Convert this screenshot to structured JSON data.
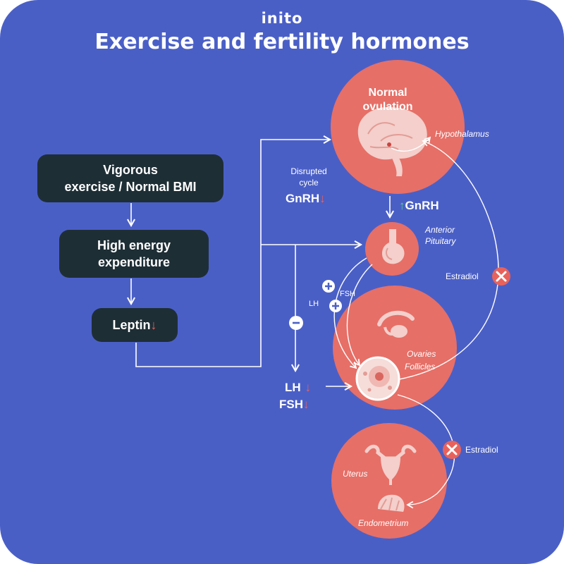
{
  "brand": "inito",
  "title": "Exercise and fertility hormones",
  "flow": {
    "box1": {
      "line1": "Vigorous",
      "line2": "exercise / Normal BMI"
    },
    "box2": {
      "line1": "High energy",
      "line2": "expenditure"
    },
    "box3": {
      "text": "Leptin",
      "arrow": "↓"
    }
  },
  "circles": {
    "ovulation": {
      "line1": "Normal",
      "line2": "ovulation",
      "organ_label": "Hypothalamus"
    },
    "pituitary": {
      "label1": "Anterior",
      "label2": "Pituitary"
    },
    "ovaries": {
      "label1": "Ovaries",
      "label2": "Follicles"
    },
    "uterus": {
      "label1": "Uterus",
      "label2": "Endometrium"
    }
  },
  "labels": {
    "disrupted1": "Disrupted",
    "disrupted2": "cycle",
    "gnrh_down": "GnRH",
    "down_arrow": "↓",
    "up_arrow": "↑",
    "gnrh_up": "GnRH",
    "estradiol_upper": "Estradiol",
    "estradiol_lower": "Estradiol",
    "lh_small": "LH",
    "fsh_small": "FSH",
    "lh_big": "LH",
    "fsh_big": "FSH"
  },
  "colors": {
    "background": "#4a5fc6",
    "box": "#1e2e35",
    "circle": "#e66f67",
    "badge": "#e8625c",
    "red_arrow": "#e8625c",
    "green_arrow": "#5bc995"
  },
  "icons": [
    "brain-icon",
    "pituitary-icon",
    "ovary-icon",
    "follicle-icon",
    "uterus-icon",
    "endometrium-icon",
    "plus-icon",
    "minus-icon",
    "cross-icon"
  ]
}
